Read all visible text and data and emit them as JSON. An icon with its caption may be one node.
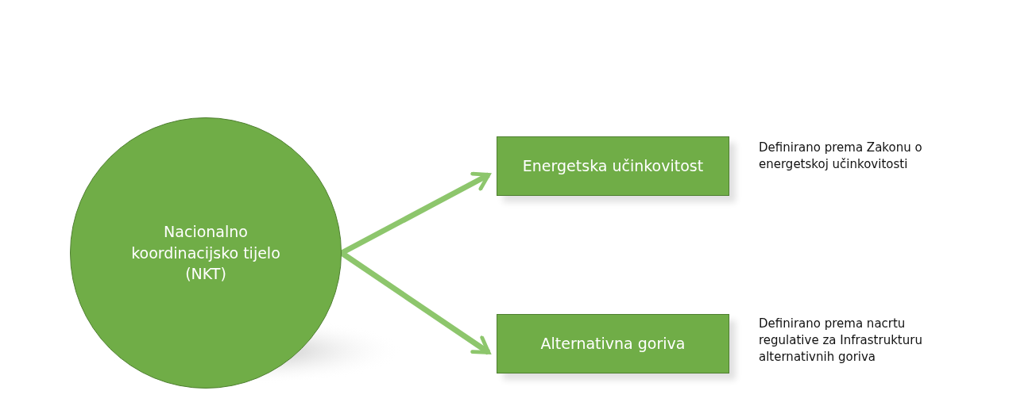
{
  "diagram": {
    "nodes": [
      {
        "text": [
          "Nacionalno koordinacijsko tijelo (NKT)"
        ]
      },
      {
        "text": [
          "Energetska učinkovitost"
        ],
        "beside": [
          "Definirano prema Zakonu o energetskoj učinkovitosti"
        ]
      },
      {
        "text": [
          "Alternativna goriva"
        ],
        "beside": [
          "Definirano prema nacrtu regulative za Infrastrukturu alternativnih goriva"
        ]
      }
    ],
    "edges": [
      {
        "from": 0,
        "to": 1,
        "arrow": "to"
      },
      {
        "from": 0,
        "to": 2,
        "arrow": "to"
      }
    ]
  }
}
